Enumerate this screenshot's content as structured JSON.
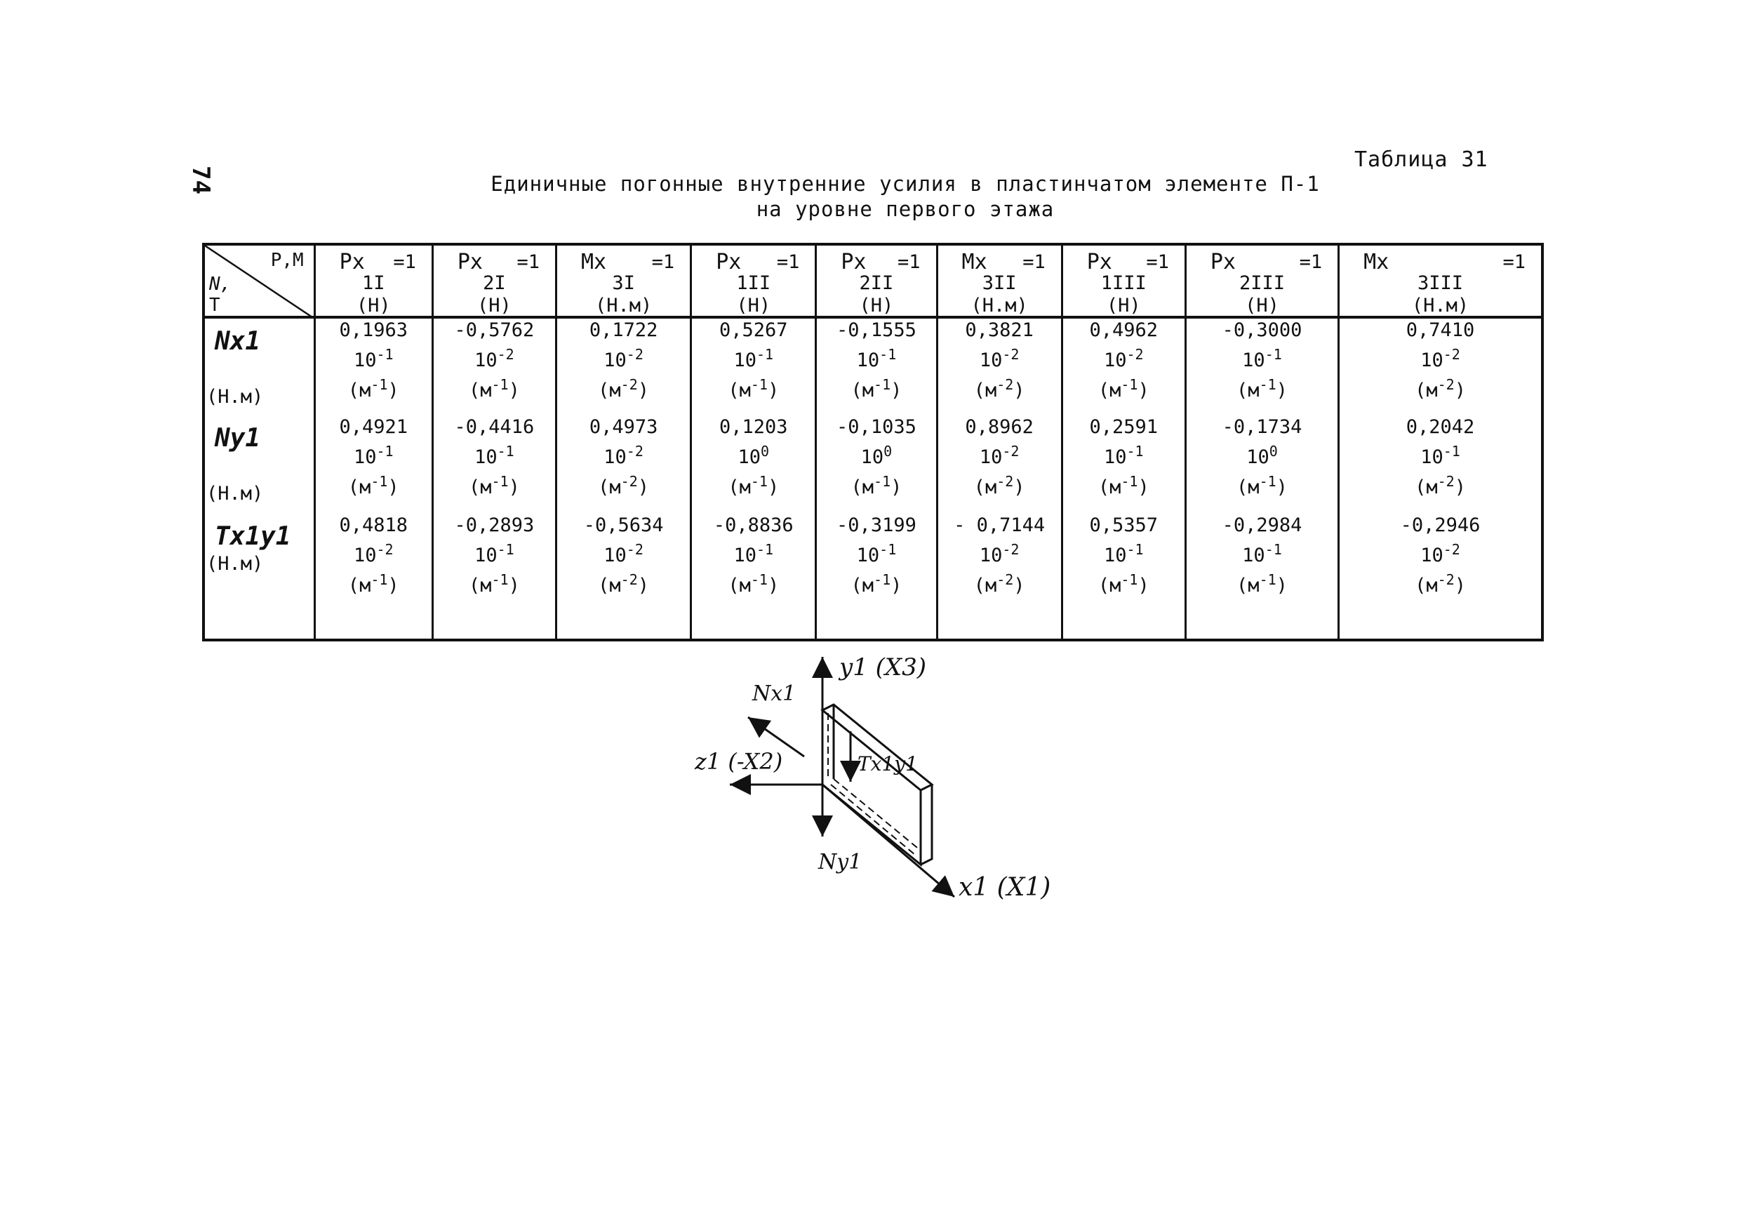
{
  "page_number": "74",
  "table_label": "Таблица  31",
  "caption": {
    "line1": "Единичные погонные внутренние усилия в пластинчатом элементе П-1",
    "line2": "на уровне первого этажа"
  },
  "table": {
    "corner": {
      "top": "Р,М",
      "mid": "N,",
      "bottom": "Т"
    },
    "columns": [
      {
        "symbol": "Px",
        "eq": "=1",
        "index": "1I",
        "unit": "(Н)"
      },
      {
        "symbol": "Px",
        "eq": "=1",
        "index": "2I",
        "unit": "(Н)"
      },
      {
        "symbol": "Mx",
        "eq": "=1",
        "index": "3I",
        "unit": "(Н.м)"
      },
      {
        "symbol": "Px",
        "eq": "=1",
        "index": "1II",
        "unit": "(Н)"
      },
      {
        "symbol": "Px",
        "eq": "=1",
        "index": "2II",
        "unit": "(Н)"
      },
      {
        "symbol": "Mx",
        "eq": "=1",
        "index": "3II",
        "unit": "(Н.м)"
      },
      {
        "symbol": "Px",
        "eq": "=1",
        "index": "1III",
        "unit": "(Н)"
      },
      {
        "symbol": "Px",
        "eq": "=1",
        "index": "2III",
        "unit": "(Н)"
      },
      {
        "symbol": "Mx",
        "eq": "=1",
        "index": "3III",
        "unit": "(Н.м)"
      }
    ],
    "rows": [
      {
        "symbol": "Nx1",
        "unit": "(Н.м)",
        "cells": [
          {
            "value": "0,1963",
            "base": "10",
            "exp": "-1",
            "unit_exp": "-1"
          },
          {
            "value": "-0,5762",
            "base": "10",
            "exp": "-2",
            "unit_exp": "-1"
          },
          {
            "value": "0,1722",
            "base": "10",
            "exp": "-2",
            "unit_exp": "-2"
          },
          {
            "value": "0,5267",
            "base": "10",
            "exp": "-1",
            "unit_exp": "-1"
          },
          {
            "value": "-0,1555",
            "base": "10",
            "exp": "-1",
            "unit_exp": "-1"
          },
          {
            "value": "0,3821",
            "base": "10",
            "exp": "-2",
            "unit_exp": "-2"
          },
          {
            "value": "0,4962",
            "base": "10",
            "exp": "-2",
            "unit_exp": "-1"
          },
          {
            "value": "-0,3000",
            "base": "10",
            "exp": "-1",
            "unit_exp": "-1"
          },
          {
            "value": "0,7410",
            "base": "10",
            "exp": "-2",
            "unit_exp": "-2"
          }
        ]
      },
      {
        "symbol": "Ny1",
        "unit": "(Н.м)",
        "cells": [
          {
            "value": "0,4921",
            "base": "10",
            "exp": "-1",
            "unit_exp": "-1"
          },
          {
            "value": "-0,4416",
            "base": "10",
            "exp": "-1",
            "unit_exp": "-1"
          },
          {
            "value": "0,4973",
            "base": "10",
            "exp": "-2",
            "unit_exp": "-2"
          },
          {
            "value": "0,1203",
            "base": "10",
            "exp": "0",
            "unit_exp": "-1"
          },
          {
            "value": "-0,1035",
            "base": "10",
            "exp": "0",
            "unit_exp": "-1"
          },
          {
            "value": "0,8962",
            "base": "10",
            "exp": "-2",
            "unit_exp": "-2"
          },
          {
            "value": "0,2591",
            "base": "10",
            "exp": "-1",
            "unit_exp": "-1"
          },
          {
            "value": "-0,1734",
            "base": "10",
            "exp": "0",
            "unit_exp": "-1"
          },
          {
            "value": "0,2042",
            "base": "10",
            "exp": "-1",
            "unit_exp": "-2"
          }
        ]
      },
      {
        "symbol": "Tx1y1",
        "unit": "(Н.м)",
        "cells": [
          {
            "value": "0,4818",
            "base": "10",
            "exp": "-2",
            "unit_exp": "-1"
          },
          {
            "value": "-0,2893",
            "base": "10",
            "exp": "-1",
            "unit_exp": "-1"
          },
          {
            "value": "-0,5634",
            "base": "10",
            "exp": "-2",
            "unit_exp": "-2"
          },
          {
            "value": "-0,8836",
            "base": "10",
            "exp": "-1",
            "unit_exp": "-1"
          },
          {
            "value": "-0,3199",
            "base": "10",
            "exp": "-1",
            "unit_exp": "-1"
          },
          {
            "value": "- 0,7144",
            "base": "10",
            "exp": "-2",
            "unit_exp": "-2"
          },
          {
            "value": "0,5357",
            "base": "10",
            "exp": "-1",
            "unit_exp": "-1"
          },
          {
            "value": "-0,2984",
            "base": "10",
            "exp": "-1",
            "unit_exp": "-1"
          },
          {
            "value": "-0,2946",
            "base": "10",
            "exp": "-2",
            "unit_exp": "-2"
          }
        ]
      }
    ],
    "unit_base": "м"
  },
  "figure": {
    "label_y": "y1 (X3)",
    "label_nx": "Nx1",
    "label_z": "z1 (-X2)",
    "label_t": "Tx1y1",
    "label_ny": "Ny1",
    "label_x": "x1 (X1)"
  }
}
